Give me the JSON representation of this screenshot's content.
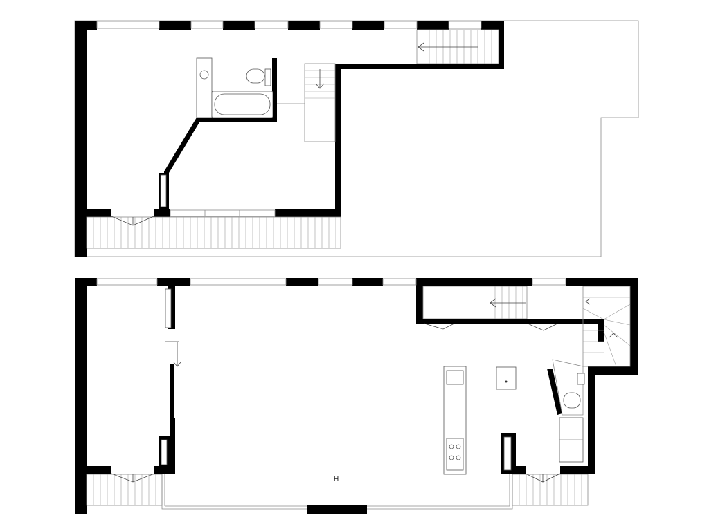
{
  "drawing": {
    "type": "architectural floor plan",
    "levels": [
      {
        "id": "upper-floor",
        "name": ""
      },
      {
        "id": "ground-floor",
        "name": ""
      }
    ],
    "annotations": [
      {
        "id": "ground-marker",
        "text": "H"
      }
    ],
    "colors": {
      "walls": "#000000",
      "lines": "#8a8a8a",
      "background": "#ffffff"
    }
  }
}
